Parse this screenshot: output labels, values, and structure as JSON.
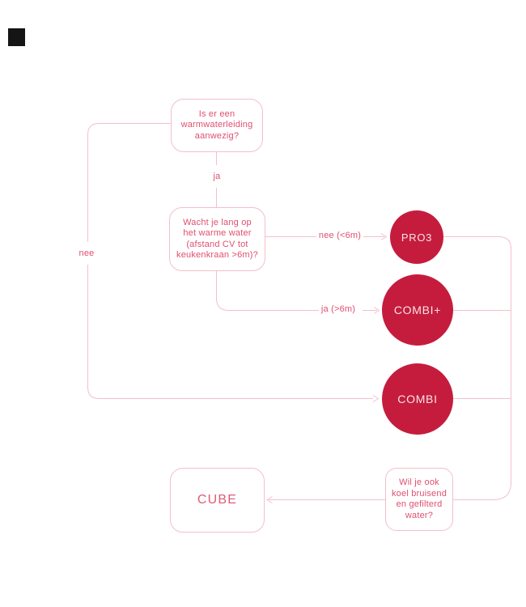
{
  "page": {
    "background_color": "#ffffff",
    "corner_mark_color": "#151515"
  },
  "diagram": {
    "colors": {
      "wire": "#f3c0cb",
      "box_border": "#f3bfca",
      "question_text": "#e04f6f",
      "product_circle_fill": "#c51c3d",
      "product_circle_text": "#f6e3e7"
    },
    "q_warmwater": {
      "l1": "Is er een",
      "l2": "warmwaterleiding",
      "l3": "aanwezig?"
    },
    "label_ja": "ja",
    "label_nee": "nee",
    "q_wait": {
      "l1": "Wacht je lang op",
      "l2": "het warme water",
      "l3": "(afstand CV tot",
      "l4": "keukenkraan >6m)?"
    },
    "label_nee_lt6m": "nee (<6m)",
    "label_ja_gt6m": "ja (>6m)",
    "product_pro3": "PRO3",
    "product_combi_plus": "COMBI+",
    "product_combi": "COMBI",
    "q_cool_water": {
      "l1": "Wil je ook",
      "l2": "koel bruisend",
      "l3": "en gefilterd",
      "l4": "water?"
    },
    "product_cube": "CUBE"
  }
}
